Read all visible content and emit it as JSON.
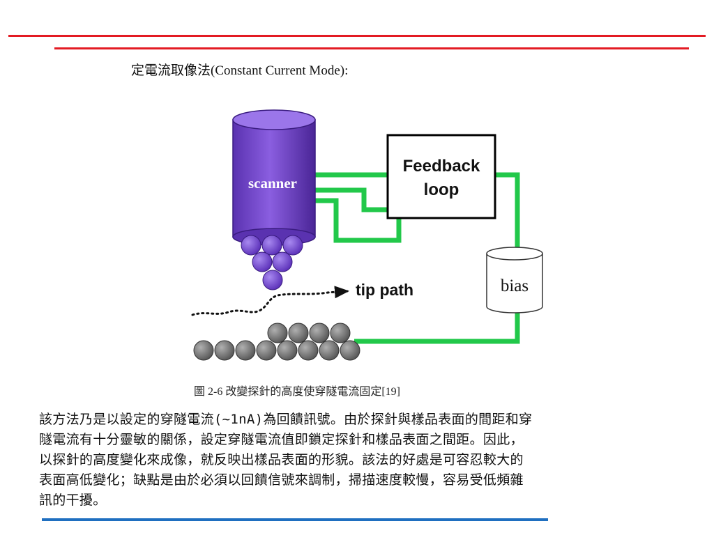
{
  "slide": {
    "heading": "定電流取像法(Constant Current Mode):",
    "caption": "圖 2-6 改變探針的高度使穿隧電流固定[19]",
    "paragraph_lines": [
      "該方法乃是以設定的穿隧電流(~1nA)為回饋訊號。由於探針與樣品表面的間距和穿",
      "隧電流有十分靈敏的關係，設定穿隧電流值即鎖定探針和樣品表面之間距。因此，",
      "以探針的高度變化來成像，就反映出樣品表面的形貌。該法的好處是可容忍較大的",
      "表面高低變化；缺點是由於必須以回饋信號來調制，掃描速度較慢，容易受低頻雜",
      "訊的干擾。"
    ]
  },
  "diagram": {
    "scanner_label": "scanner",
    "feedback_label_line1": "Feedback",
    "feedback_label_line2": "loop",
    "bias_label": "bias",
    "tip_path_label": "tip path"
  },
  "colors": {
    "rule_red": "#e31b23",
    "rule_blue": "#1f6fc0",
    "scanner_purple": "#7b4fd0",
    "wire_green": "#22c84a",
    "atom_gray": "#7a7a7a"
  }
}
